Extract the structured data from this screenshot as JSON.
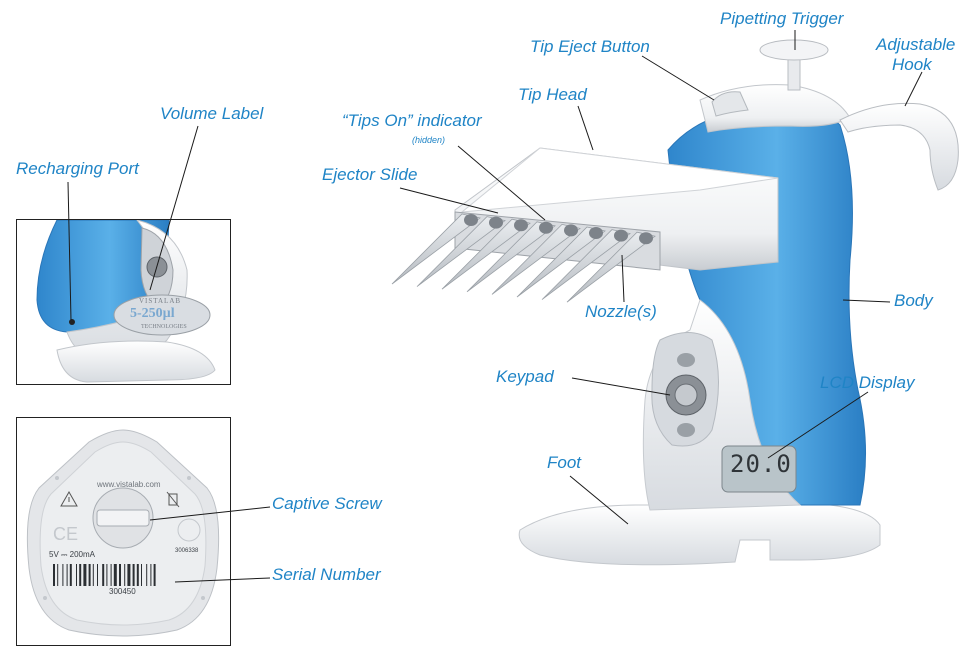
{
  "labels": {
    "pipetting_trigger": "Pipetting Trigger",
    "tip_eject_button": "Tip Eject Button",
    "adjustable_hook_line1": "Adjustable",
    "adjustable_hook_line2": "Hook",
    "tip_head": "Tip Head",
    "tips_on_indicator": "“Tips On” indicator",
    "tips_on_hidden": "(hidden)",
    "ejector_slide": "Ejector Slide",
    "volume_label": "Volume Label",
    "recharging_port": "Recharging Port",
    "nozzles": "Nozzle(s)",
    "body": "Body",
    "keypad": "Keypad",
    "lcd_display": "LCD Display",
    "foot": "Foot",
    "captive_screw": "Captive Screw",
    "serial_number": "Serial Number"
  },
  "device_text": {
    "brand_top": "VISTALAB",
    "volume_range": "5-250µl",
    "brand_bottom": "TECHNOLOGIES",
    "website": "www.vistalab.com",
    "power_rating": "5V ⎓ 200mA",
    "code": "3006338",
    "serial": "300450",
    "lcd_value": "20.0"
  },
  "colors": {
    "accent_blue": "#3d9ad9",
    "label_blue": "#1f84c6",
    "body_white": "#f0f2f4"
  },
  "icons": [
    "warning-icon",
    "waste-bin-icon",
    "ce-mark-icon",
    "ul-mark-icon"
  ]
}
